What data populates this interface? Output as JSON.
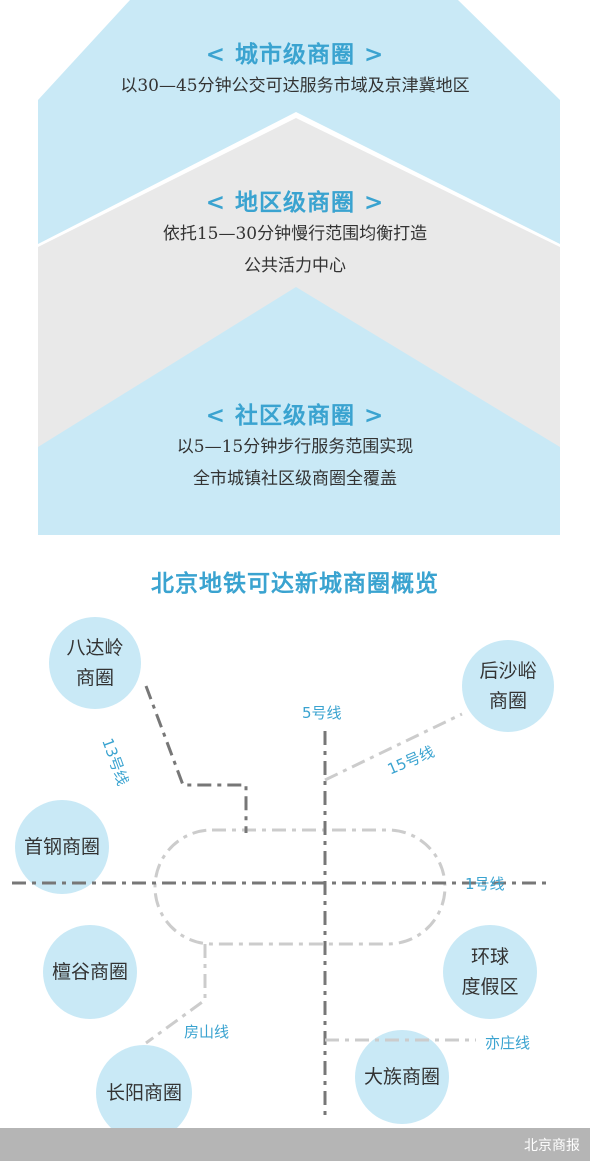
{
  "tiers": [
    {
      "title": "< 城市级商圈 >",
      "lines": [
        "以30—45分钟公交可达服务市域及京津冀地区"
      ]
    },
    {
      "title": "< 地区级商圈 >",
      "lines": [
        "依托15—30分钟慢行范围均衡打造",
        "公共活力中心"
      ]
    },
    {
      "title": "< 社区级商圈 >",
      "lines": [
        "以5—15分钟步行服务范围实现",
        "全市城镇社区级商圈全覆盖"
      ]
    }
  ],
  "map": {
    "title": "北京地铁可达新城商圈概览",
    "circles": [
      {
        "lines": [
          "八达岭",
          "商圈"
        ]
      },
      {
        "lines": [
          "后沙峪",
          "商圈"
        ]
      },
      {
        "lines": [
          "首钢商圈"
        ]
      },
      {
        "lines": [
          "檀谷商圈"
        ]
      },
      {
        "lines": [
          "环球",
          "度假区"
        ]
      },
      {
        "lines": [
          "大族商圈"
        ]
      },
      {
        "lines": [
          "长阳商圈"
        ]
      }
    ],
    "line_labels": {
      "line5": "5号线",
      "line13": "13号线",
      "line15": "15号线",
      "line1": "1号线",
      "fangshan": "房山线",
      "yizhuang": "亦庄线"
    }
  },
  "footer": "北京商报",
  "colors": {
    "accent": "#3aa3d0",
    "light_blue": "#c9e9f6",
    "grey": "#e8e8e8",
    "line_dark": "#777777",
    "line_light": "#cccccc"
  }
}
